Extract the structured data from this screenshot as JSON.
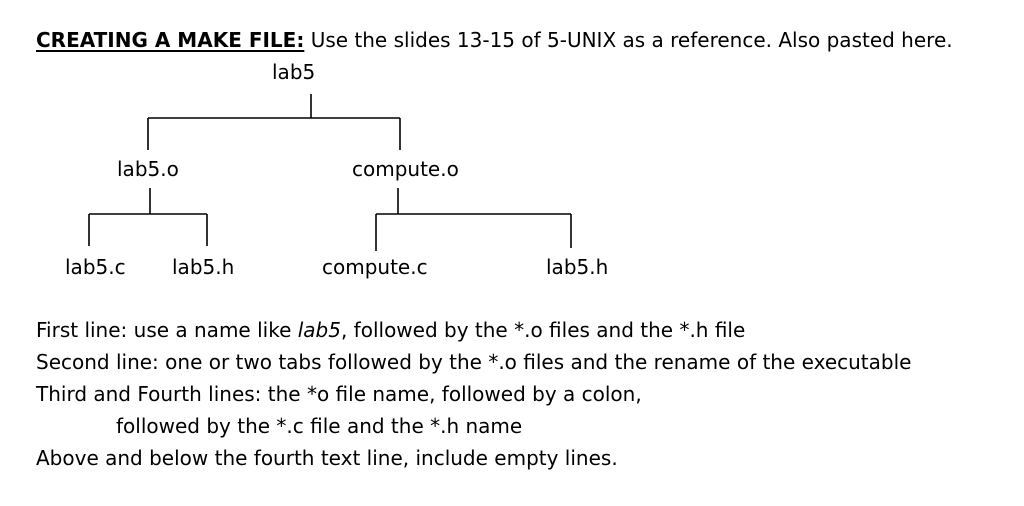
{
  "heading": {
    "title": "CREATING A MAKE FILE:",
    "text": "Use the slides 13-15 of 5-UNIX as a reference. Also pasted here."
  },
  "diagram": {
    "root": "lab5",
    "lab5_o": "lab5.o",
    "compute_o": "compute.o",
    "lab5_c": "lab5.c",
    "lab5_h_left": "lab5.h",
    "compute_c": "compute.c",
    "lab5_h_right": "lab5.h"
  },
  "instructions": {
    "line1_a": "First line: use a name like ",
    "line1_em": "lab5",
    "line1_b": ", followed by the *.o files and the *.h file",
    "line2": "Second line:  one or two tabs followed by the *.o files and the rename of the executable",
    "line3": "Third and Fourth lines: the *o file name, followed by a colon,",
    "line4": "followed by the *.c file and the *.h name",
    "line5": "Above and below the fourth text line, include empty lines."
  }
}
